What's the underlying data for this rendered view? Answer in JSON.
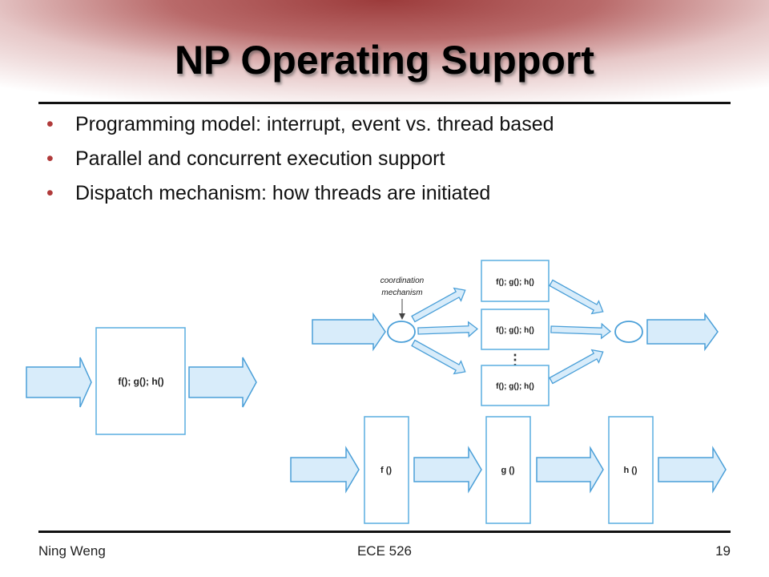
{
  "slide": {
    "title": "NP Operating Support",
    "bullets": [
      "Programming model: interrupt, event vs. thread based",
      "Parallel and concurrent execution support",
      "Dispatch mechanism: how threads are initiated"
    ]
  },
  "diagram": {
    "single": {
      "label": "f();  g();  h()"
    },
    "parallel": {
      "annotation_line1": "coordination",
      "annotation_line2": "mechanism",
      "box_label": "f(); g(); h()",
      "ellipsis": "⋮"
    },
    "pipeline": {
      "stages": [
        "f ()",
        "g ()",
        "h ()"
      ]
    }
  },
  "footer": {
    "author": "Ning Weng",
    "course": "ECE 526",
    "page": "19"
  },
  "colors": {
    "accent": "#b03a3a",
    "arrow_fill": "#d8ecfa",
    "arrow_stroke": "#4a9fd8",
    "box_stroke": "#5aaee0"
  }
}
